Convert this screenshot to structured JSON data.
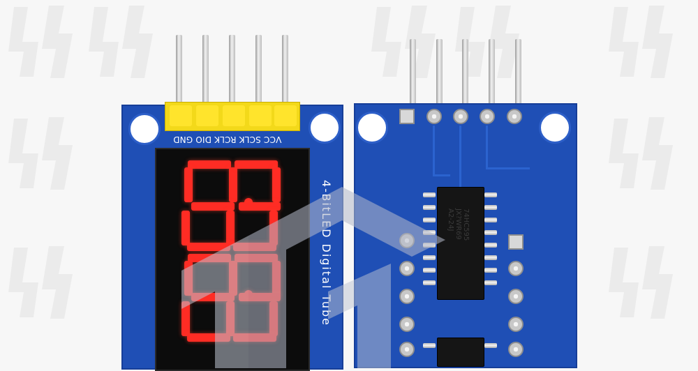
{
  "photo": {
    "front_module": {
      "pin_labels": "VCC SCLK RCLK DIO GND",
      "title": "4-BitLED Digital Tube"
    },
    "back_module": {
      "chips": [
        {
          "marking": "74HC595\nJX?WR69\nA2-24J"
        }
      ]
    },
    "colors": {
      "pcb": "#1f4fb5",
      "segment": "#ff2c24",
      "header": "#f3d91a",
      "background": "#f7f7f7"
    }
  }
}
